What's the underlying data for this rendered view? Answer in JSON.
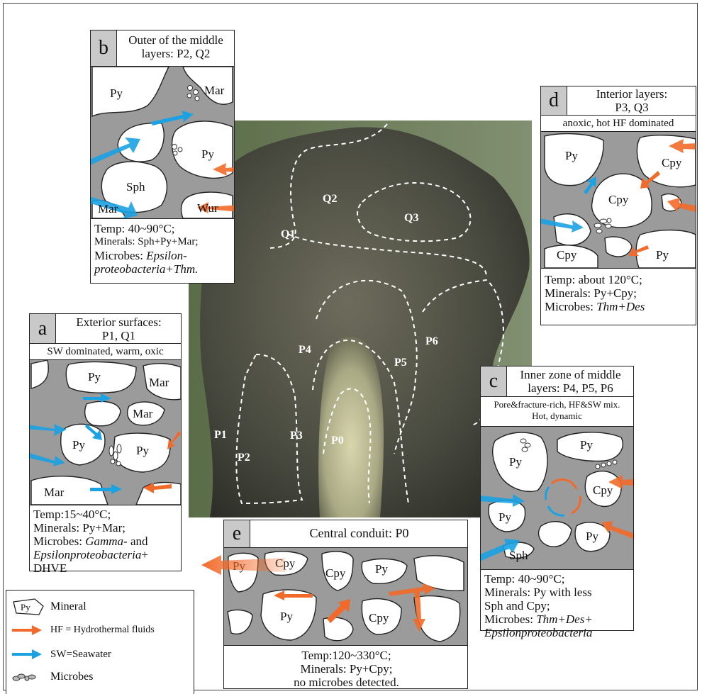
{
  "zones": {
    "q1": "Q1",
    "q2": "Q2",
    "q3": "Q3",
    "p0": "P0",
    "p1": "P1",
    "p2": "P2",
    "p3": "P3",
    "p4": "P4",
    "p5": "P5",
    "p6": "P6"
  },
  "panel_b": {
    "letter": "b",
    "title_line1": "Outer of the middle",
    "title_line2": "layers: P2, Q2",
    "labels": [
      "Py",
      "Mar",
      "Py",
      "Sph",
      "Mar",
      "Wur"
    ],
    "temp": "Temp: 40~90°C;",
    "minerals": "Minerals: Sph+Py+Mar;",
    "microbes_prefix": "Microbes: ",
    "microbes_italic1": "Epsilon-",
    "microbes_italic2": "proteobacteria+Thm."
  },
  "panel_d": {
    "letter": "d",
    "title_line1": "Interior layers:",
    "title_line2": "P3, Q3",
    "subtitle": "anoxic, hot HF dominated",
    "labels": [
      "Py",
      "Cpy",
      "Cpy",
      "Cpy",
      "Py"
    ],
    "temp": "Temp: about 120°C;",
    "minerals": "Minerals: Py+Cpy;",
    "microbes_prefix": "Microbes: ",
    "microbes_italic": "Thm+Des"
  },
  "panel_a": {
    "letter": "a",
    "title_line1": "Exterior surfaces:",
    "title_line2": "P1, Q1",
    "subtitle": "SW dominated, warm, oxic",
    "labels": [
      "Py",
      "Mar",
      "Mar",
      "Py",
      "Py",
      "Mar"
    ],
    "temp": "Temp:15~40°C;",
    "minerals": "Minerals: Py+Mar;",
    "microbes_prefix": "Microbes: ",
    "microbes_italic1": "Gamma-",
    "microbes_mid": " and",
    "microbes_italic2": "Epsilonproteobacteria",
    "microbes_suffix": "+",
    "microbes_line3": "DHVE"
  },
  "panel_c": {
    "letter": "c",
    "title_line1": "Inner zone of middle",
    "title_line2": "layers: P4, P5, P6",
    "subtitle_line1": "Pore&fracture-rich, HF&SW mix.",
    "subtitle_line2": "Hot, dynamic",
    "labels": [
      "Py",
      "Py",
      "Cpy",
      "Py",
      "Sph",
      "Py"
    ],
    "temp": "Temp:  40~90°C;",
    "minerals1": "Minerals: Py with less",
    "minerals2": "Sph and Cpy;",
    "microbes_prefix": "Microbes: ",
    "microbes_italic1": "Thm+Des+",
    "microbes_italic2": "Epsilonproteobacteria"
  },
  "panel_e": {
    "letter": "e",
    "title": "Central conduit: P0",
    "labels": [
      "Py",
      "Cpy",
      "Cpy",
      "Py",
      "Py",
      "Cpy"
    ],
    "temp": "Temp:120~330°C;",
    "minerals": "Minerals: Py+Cpy;",
    "microbes": "no microbes detected."
  },
  "legend": {
    "mineral_icon": "Py",
    "mineral": "Mineral",
    "hf": "HF = Hydrothermal fluids",
    "sw": "SW=Seawater",
    "microbes": "Microbes"
  },
  "colors": {
    "hf_arrow": "#f26a2a",
    "sw_arrow": "#1aa2e3",
    "matrix": "#9b9b9b",
    "letter_bg": "#c9c9c9"
  }
}
